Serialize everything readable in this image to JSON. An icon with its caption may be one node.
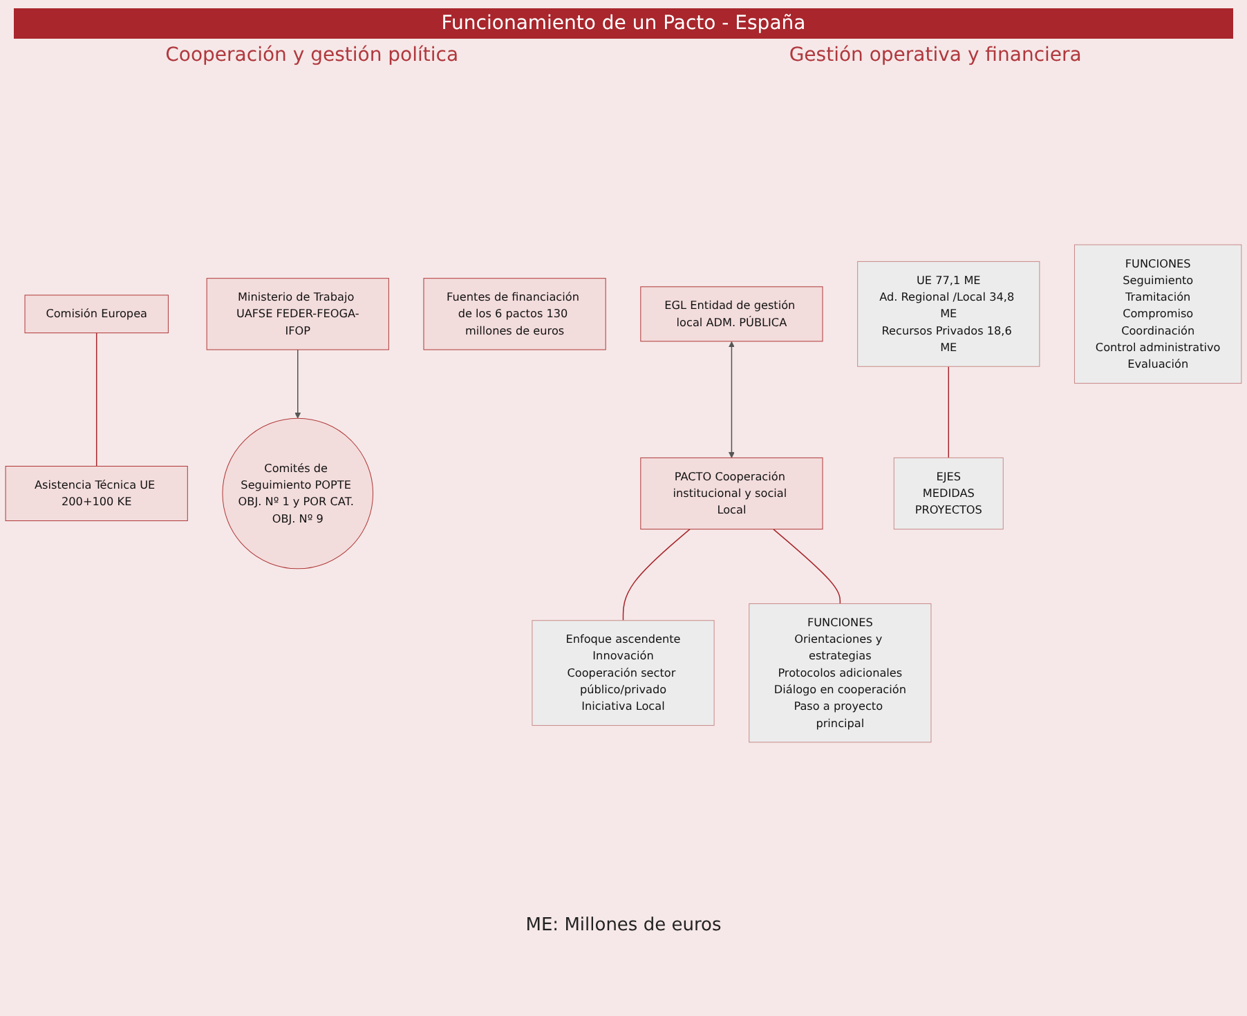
{
  "diagram": {
    "title": "Funcionamiento de un Pacto - España",
    "caption": "ME: Millones de euros",
    "labels": [
      "Cooperación y gestión política",
      "Gestión operativa y financiera"
    ],
    "nodes": [
      {
        "text": [
          "Comisión Europea"
        ]
      },
      {
        "text": [
          "Asistencia Técnica UE 200+100 KE"
        ]
      },
      {
        "text": [
          "Ministerio de Trabajo UAFSE FEDER-FEOGA-IFOP"
        ]
      },
      {
        "text": [
          "Comités de Seguimiento POPTE OBJ. Nº 1 y POR CAT. OBJ. Nº 9"
        ]
      },
      {
        "text": [
          "PACTO Cooperación institucional y social Local"
        ]
      },
      {
        "text": [
          "Enfoque ascendente",
          "Innovación",
          "Cooperación sector público/privado",
          "Iniciativa Local"
        ]
      },
      {
        "text": [
          "FUNCIONES",
          "Orientaciones y estrategias",
          "Protocolos adicionales",
          "Diálogo en cooperación",
          "Paso a proyecto principal"
        ]
      },
      {
        "text": [
          "Fuentes de financiación de los 6 pactos 130 millones de euros"
        ]
      },
      {
        "text": [
          "UE 77,1 ME",
          "Ad. Regional /Local 34,8 ME",
          "Recursos Privados 18,6 ME"
        ]
      },
      {
        "text": [
          "EGL Entidad de gestión local ADM. PÚBLICA"
        ]
      },
      {
        "text": [
          "FUNCIONES",
          "Seguimiento",
          "Tramitación",
          "Compromiso",
          "Coordinación",
          "Control administrativo",
          "Evaluación"
        ]
      },
      {
        "text": [
          "EJES",
          "MEDIDAS",
          "PROYECTOS"
        ]
      }
    ],
    "edges": [
      {
        "from": 0,
        "to": 1,
        "arrow": "none",
        "color": "#a8262c"
      },
      {
        "from": 2,
        "to": 3,
        "arrow": "to"
      },
      {
        "from": 4,
        "to": 5,
        "arrow": "none",
        "color": "#a8262c"
      },
      {
        "from": 4,
        "to": 6,
        "arrow": "none",
        "color": "#a8262c"
      },
      {
        "from": 9,
        "to": 4,
        "arrow": "both"
      },
      {
        "from": 8,
        "to": 11,
        "arrow": "none",
        "color": "#a8262c"
      }
    ]
  }
}
